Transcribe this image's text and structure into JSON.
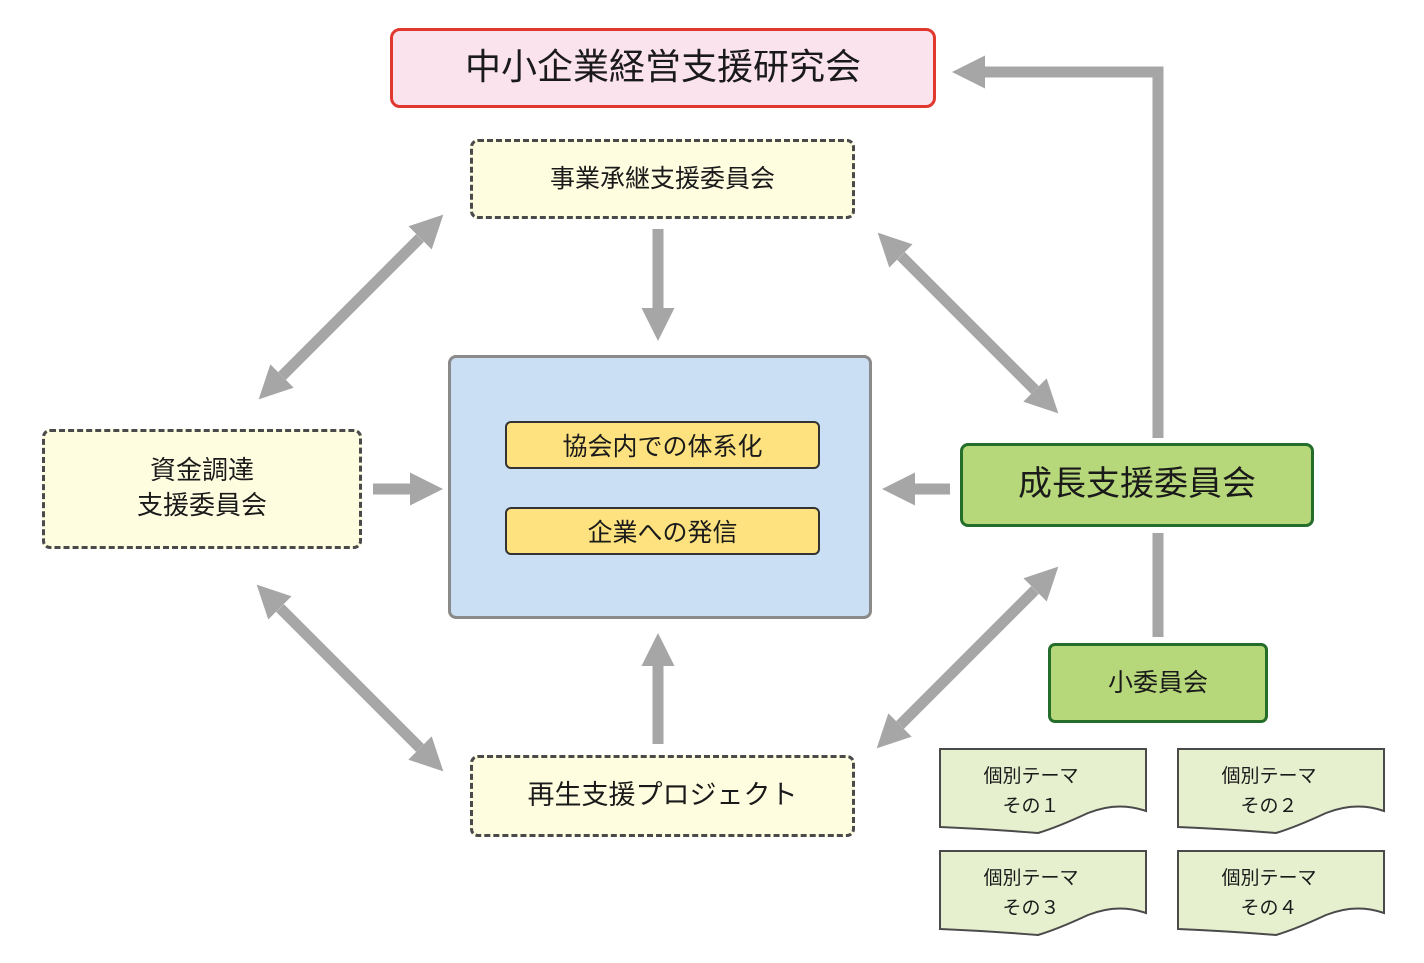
{
  "title": "中小企業経営支援研究会",
  "committees": {
    "succession": "事業承継支援委員会",
    "funding_line1": "資金調達",
    "funding_line2": "支援委員会",
    "revival": "再生支援プロジェクト",
    "growth": "成長支援委員会",
    "sub": "小委員会"
  },
  "center": {
    "item1": "協会内での体系化",
    "item2": "企業への発信"
  },
  "themes": [
    {
      "line1": "個別テーマ",
      "line2": "その１"
    },
    {
      "line1": "個別テーマ",
      "line2": "その２"
    },
    {
      "line1": "個別テーマ",
      "line2": "その３"
    },
    {
      "line1": "個別テーマ",
      "line2": "その４"
    }
  ],
  "colors": {
    "arrow": "#a6a6a6",
    "title_border": "#e0382e",
    "title_fill": "#fbe3ee",
    "dashed_fill": "#fffde0",
    "center_fill": "#cadff3",
    "pill_fill": "#fde27f",
    "growth_fill": "#b6d77a",
    "growth_border": "#256d2a",
    "doc_fill": "#e6f0cf"
  }
}
